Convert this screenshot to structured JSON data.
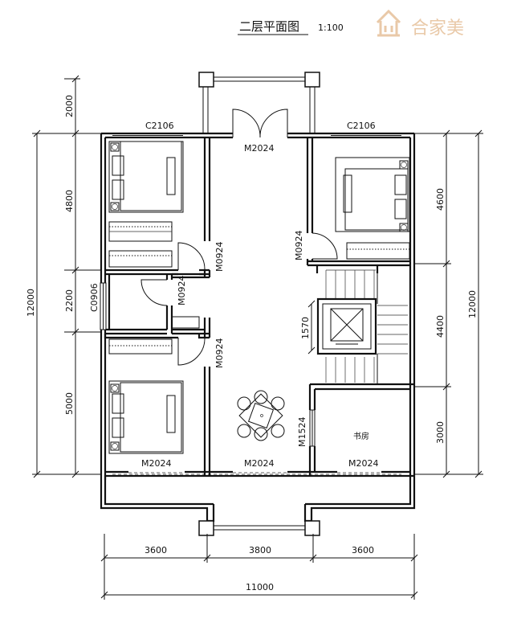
{
  "title": "二层平面图",
  "scale": "1:100",
  "logo_text": "合家美",
  "windows": {
    "left_top": "C2106",
    "right_top": "C2106",
    "left_side": "C0906"
  },
  "doors": {
    "balcony_top": "M2024",
    "bed1": "M0924",
    "right_bed": "M0924",
    "bath": "M0924",
    "bed2": "M0924",
    "study": "M1524",
    "bottom_left": "M2024",
    "bottom_mid": "M2024",
    "bottom_right": "M2024"
  },
  "rooms": {
    "study": "书房"
  },
  "stair_dim": "1570",
  "dims": {
    "left": [
      "2000",
      "4800",
      "2200",
      "5000"
    ],
    "left_total": "12000",
    "right": [
      "4600",
      "4400",
      "3000"
    ],
    "right_total": "12000",
    "bottom": [
      "3600",
      "3800",
      "3600"
    ],
    "bottom_total": "11000"
  }
}
